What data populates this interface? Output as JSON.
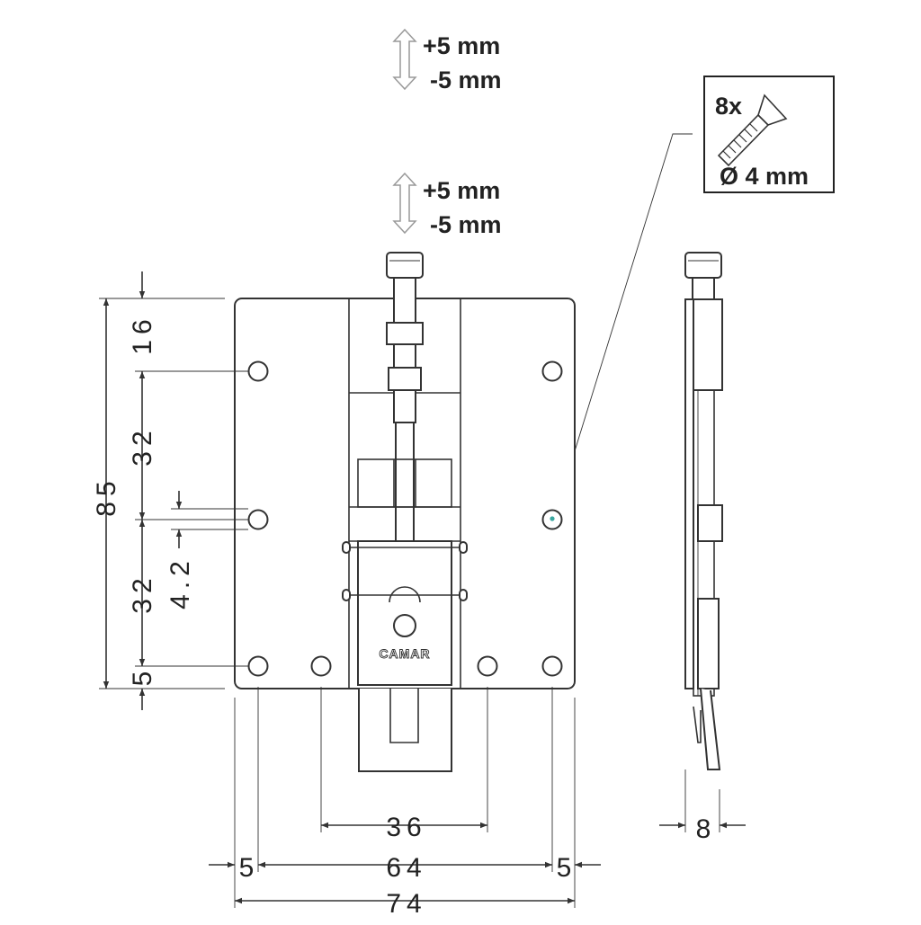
{
  "adjustments": [
    {
      "plus": "+5 mm",
      "minus": "-5 mm"
    },
    {
      "plus": "+5 mm",
      "minus": "-5 mm"
    }
  ],
  "screw_legend": {
    "count": "8x",
    "diameter": "Ø 4 mm"
  },
  "brand": "CAMAR",
  "dimensions": {
    "left": {
      "d85": "85",
      "d16": "16",
      "d32a": "32",
      "d32b": "32",
      "d5": "5",
      "d42": "4.2"
    },
    "bottom": {
      "d36": "36",
      "d64": "64",
      "d5l": "5",
      "d5r": "5",
      "d74": "74"
    },
    "side": {
      "d8": "8"
    }
  },
  "colors": {
    "line": "#333333",
    "accent": "#3aa7a0"
  }
}
